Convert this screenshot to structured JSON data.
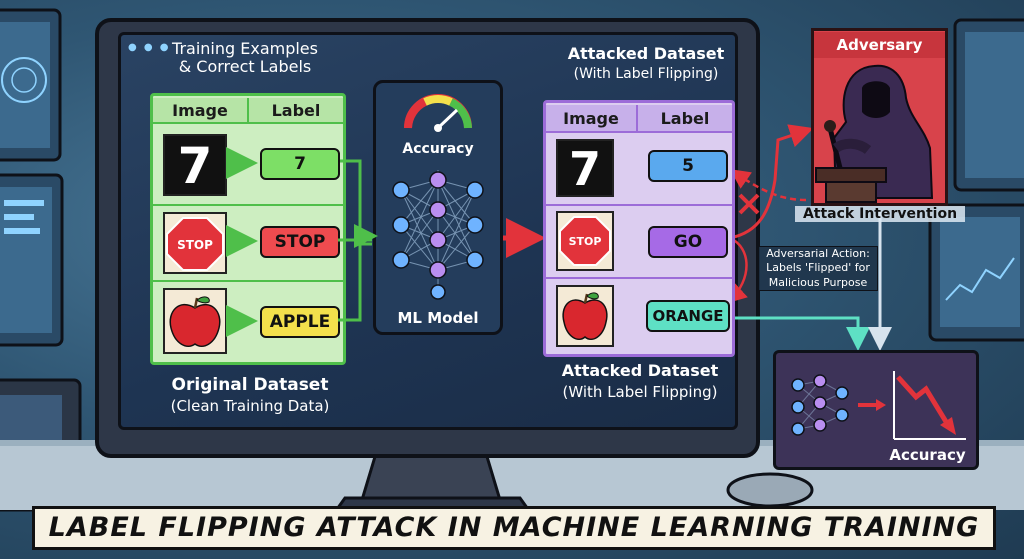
{
  "banner": {
    "title": "LABEL FLIPPING ATTACK IN MACHINE LEARNING TRAINING"
  },
  "original": {
    "header": "Training Examples\n& Correct Labels",
    "col_image": "Image",
    "col_label": "Label",
    "rows": [
      {
        "image": "7",
        "label": "7"
      },
      {
        "image": "STOP",
        "label": "STOP"
      },
      {
        "image": "apple",
        "label": "APPLE"
      }
    ],
    "caption_title": "Original Dataset",
    "caption_sub": "(Clean Training Data)"
  },
  "model": {
    "gauge_label": "Accuracy",
    "label": "ML Model"
  },
  "attacked": {
    "header_title": "Attacked Dataset",
    "header_sub": "(With Label Flipping)",
    "col_image": "Image",
    "col_label": "Label",
    "rows": [
      {
        "image": "7",
        "label": "5"
      },
      {
        "image": "STOP",
        "label": "GO"
      },
      {
        "image": "apple",
        "label": "ORANGE"
      }
    ],
    "caption_title": "Attacked Dataset",
    "caption_sub": "(With Label Flipping)"
  },
  "adversary": {
    "title": "Adversary",
    "caption": "Attack Intervention",
    "note": "Adversarial Action:\nLabels 'Flipped' for\nMalicious Purpose"
  },
  "result": {
    "label": "Accuracy"
  },
  "colors": {
    "green": "#4fbf4a",
    "purple": "#9c6cd8",
    "red": "#e2333b",
    "yellow": "#f3e04c",
    "blue": "#4aa8e8",
    "teal": "#5ee0c4"
  },
  "icons": [
    "gauge-icon",
    "neural-network-icon",
    "hooded-hacker-icon",
    "stop-sign-icon",
    "apple-icon",
    "down-trend-chart-icon",
    "cross-icon"
  ]
}
